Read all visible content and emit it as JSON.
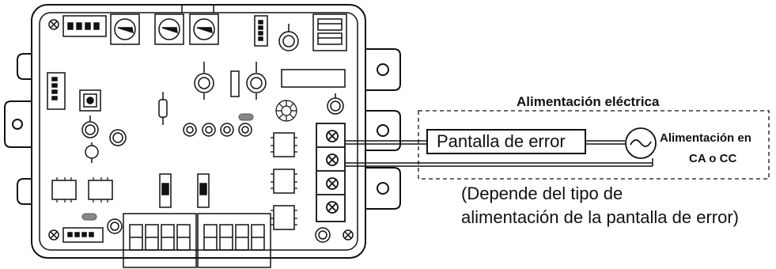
{
  "power_supply_title": "Alimentación eléctrica",
  "error_display_label": "Pantalla de error",
  "source_label_line1": "Alimentación en",
  "source_label_line2": "CA o CC",
  "note_line1": "(Depende del tipo de",
  "note_line2": "alimentación de la pantalla de error)",
  "ac_symbol": "~",
  "colors": {
    "line": "#111111",
    "background": "#ffffff",
    "led_gray": "#888888"
  }
}
